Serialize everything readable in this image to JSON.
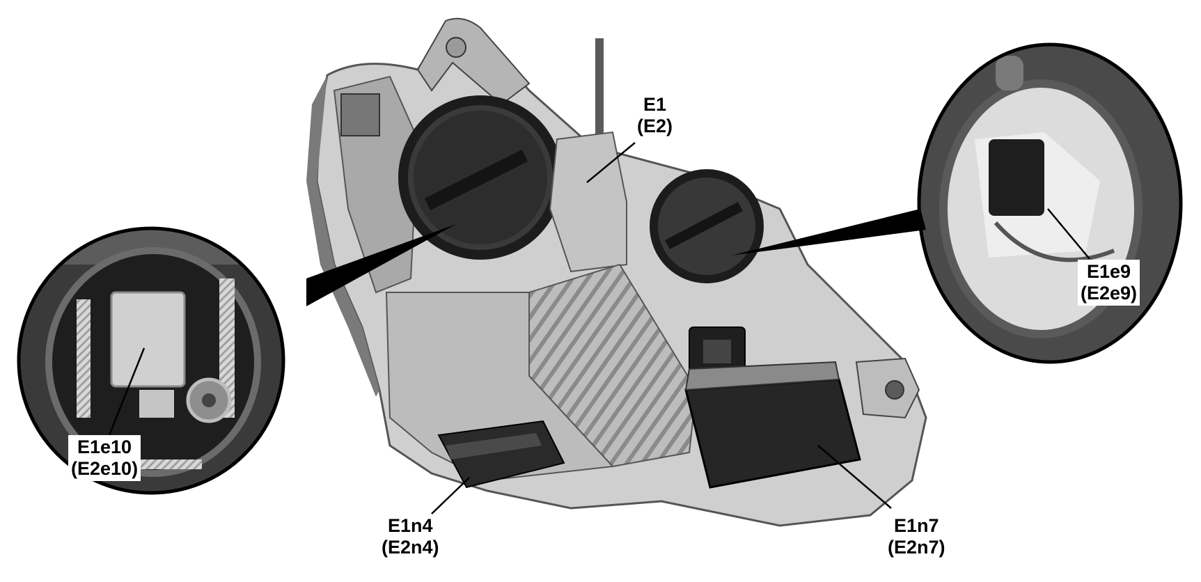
{
  "callouts": [
    {
      "id": "e1",
      "line1": "E1",
      "line2": "(E2)"
    },
    {
      "id": "e1e9",
      "line1": "E1e9",
      "line2": "(E2e9)"
    },
    {
      "id": "e1e10",
      "line1": "E1e10",
      "line2": "(E2e10)"
    },
    {
      "id": "e1n4",
      "line1": "E1n4",
      "line2": "(E2n4)"
    },
    {
      "id": "e1n7",
      "line1": "E1n7",
      "line2": "(E2n7)"
    }
  ],
  "colors": {
    "background": "#ffffff",
    "housing": "#c9c9c9",
    "housing_dark": "#8f8f8f",
    "cover": "#2e2e2e",
    "leader": "#000000"
  }
}
